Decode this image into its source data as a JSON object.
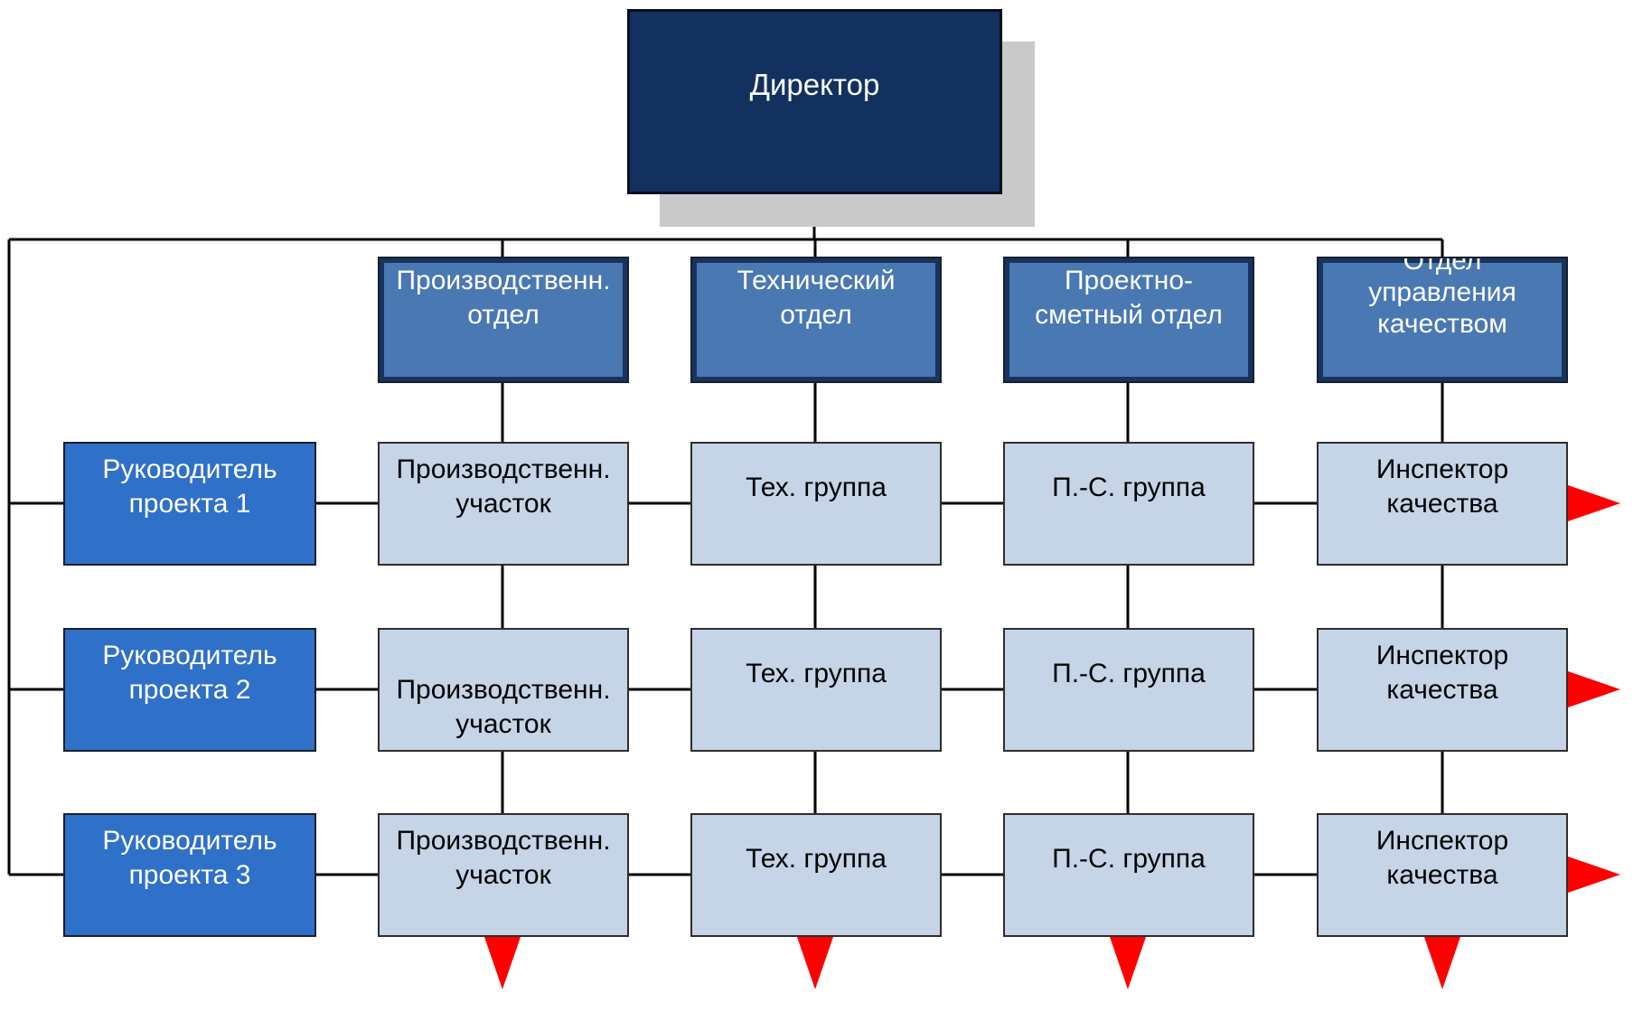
{
  "director": {
    "label": "Директор"
  },
  "departments": [
    {
      "label": "Производственн.\nотдел"
    },
    {
      "label": "Технический\nотдел"
    },
    {
      "label": "Проектно-\nсметный отдел"
    },
    {
      "label": "Отдел\nуправления\nкачеством"
    }
  ],
  "projects": [
    {
      "manager": "Руководитель\nпроекта 1",
      "cells": [
        "Производственн.\nучасток",
        "Тех. группа",
        "П.-С. группа",
        "Инспектор\nкачества"
      ]
    },
    {
      "manager": "Руководитель\nпроекта 2",
      "cells": [
        "Производственн.\nучасток",
        "Тех. группа",
        "П.-С. группа",
        "Инспектор\nкачества"
      ]
    },
    {
      "manager": "Руководитель\nпроекта 3",
      "cells": [
        "Производственн.\nучасток",
        "Тех. группа",
        "П.-С. группа",
        "Инспектор\nкачества"
      ]
    }
  ],
  "colors": {
    "director_fill": "#13315f",
    "department_fill": "#4a78b3",
    "manager_fill": "#2f70c9",
    "cell_fill": "#c5d4e6",
    "arrow": "#ff0000"
  }
}
